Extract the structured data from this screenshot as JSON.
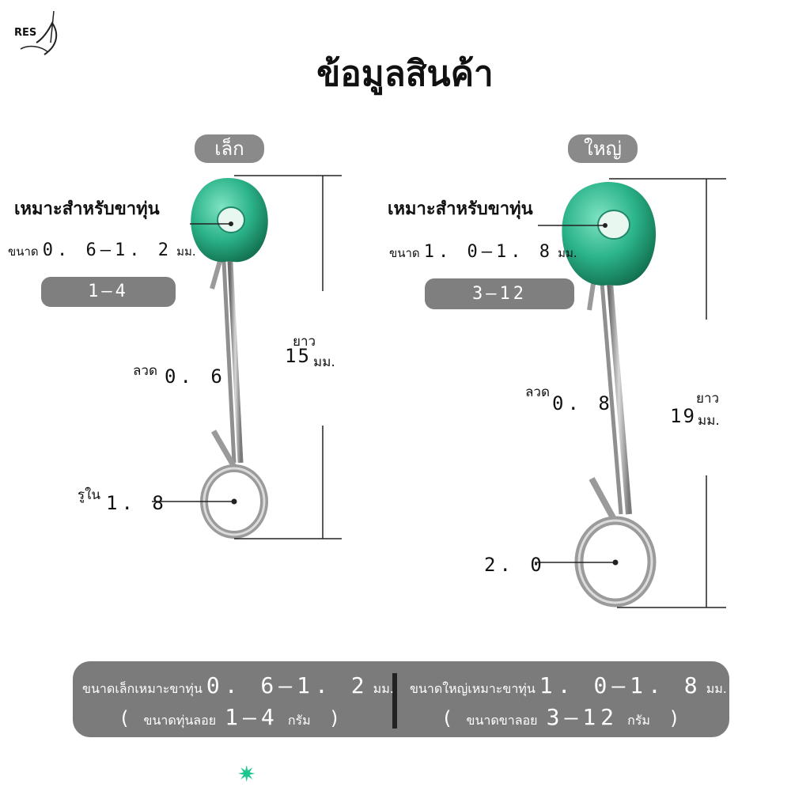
{
  "brand": {
    "logo_text": "RES"
  },
  "title": "ข้อมูลสินค้า",
  "small": {
    "size_label": "เล็ก",
    "fit_label": "เหมาะสำหรับขาทุ่น",
    "size_prefix": "ขนาด",
    "size_range": "0. 6–1. 2",
    "size_unit": "มม.",
    "weight_range": "1–4",
    "length_label": "ยาว",
    "length_value": "15",
    "length_unit": "มม.",
    "wire_label": "ลวด",
    "wire_value": "0. 6",
    "inner_label": "รูใน",
    "inner_value": "1. 8"
  },
  "large": {
    "size_label": "ใหญ่",
    "fit_label": "เหมาะสำหรับขาทุ่น",
    "size_prefix": "ขนาด",
    "size_range": "1. 0–1. 8",
    "size_unit": "มม.",
    "weight_range": "3–12",
    "length_label": "ยาว",
    "length_value": "19",
    "length_unit": "มม.",
    "wire_label": "ลวด",
    "wire_value": "0. 8",
    "inner_value": "2. 0"
  },
  "summary": {
    "left_line1_prefix": "ขนาดเล็กเหมาะขาทุ่น",
    "left_line1_value": "0. 6–1. 2",
    "left_line1_unit": "มม.",
    "left_line2_open": "(",
    "left_line2_prefix": "ขนาดทุ่นลอย",
    "left_line2_value": "1–4",
    "left_line2_unit": "กรัม",
    "left_line2_close": ")",
    "right_line1_prefix": "ขนาดใหญ่เหมาะขาทุ่น",
    "right_line1_value": "1. 0–1. 8",
    "right_line1_unit": "มม.",
    "right_line2_open": "(",
    "right_line2_prefix": "ขนาดขาลอย",
    "right_line2_value": "3–12",
    "right_line2_unit": "กรัม",
    "right_line2_close": ")"
  },
  "colors": {
    "bead": "#2bb38a",
    "wire": "#9a9a9a",
    "pill": "#8a8a8a",
    "accent_star": "#1ec68f"
  },
  "icons": {
    "logo": "fish-logo-icon",
    "star": "sparkle-icon"
  }
}
